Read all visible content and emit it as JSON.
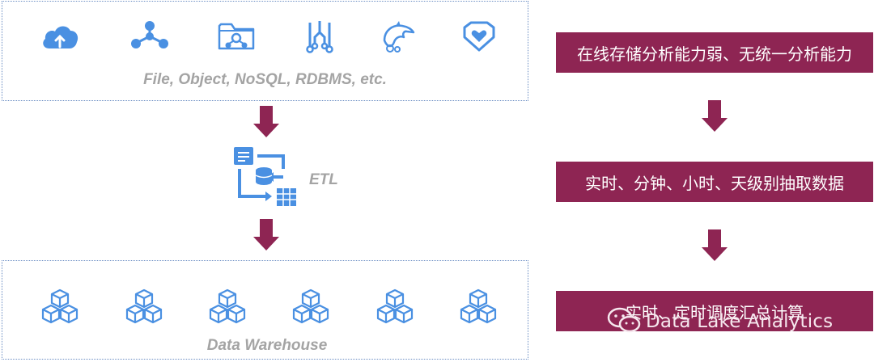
{
  "colors": {
    "icon_blue": "#4a90e2",
    "arrow": "#8e2553",
    "banner_bg": "#8e2553",
    "box_border": "#6d8fc4",
    "label_gray": "#a4a4a4"
  },
  "sources": {
    "label": "File, Object, NoSQL, RDBMS, etc.",
    "icons": [
      "cloud-upload-icon",
      "network-nodes-icon",
      "folder-share-icon",
      "circuit-connector-icon",
      "dolphin-icon",
      "shield-heart-icon"
    ]
  },
  "etl": {
    "label": "ETL",
    "icons": [
      "document-icon",
      "database-icon",
      "table-grid-icon",
      "cycle-arrows-icon"
    ]
  },
  "warehouse": {
    "label": "Data Warehouse",
    "icon": "cube-stack-icon",
    "icon_count": 6
  },
  "banners": [
    "在线存储分析能力弱、无统一分析能力",
    "实时、分钟、小时、天级别抽取数据",
    "实时、定时调度汇总计算"
  ],
  "watermark": {
    "text": "Data Lake Analytics",
    "icon": "wechat-icon"
  }
}
